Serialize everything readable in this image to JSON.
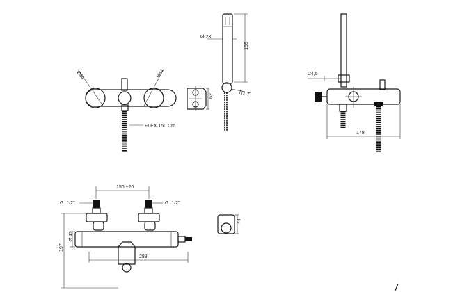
{
  "dimensions": {
    "inlet_spacing": "150 ±20",
    "connection_left": "G. 1/2\"",
    "connection_right": "G. 1/2\"",
    "knob_diameter_left": "Ø44",
    "knob_diameter_right": "Ø44",
    "hand_shower_diameter": "Ø 23",
    "hand_shower_length": "185",
    "holder_width": "62",
    "holder_radius": "R1,7",
    "hose_label": "FLEX 150 Cm.",
    "projection_offset": "24,5",
    "total_depth": "179",
    "wall_plate_size": "44",
    "body_diameter": "Ø 42",
    "overall_height": "197",
    "body_length": "288"
  }
}
